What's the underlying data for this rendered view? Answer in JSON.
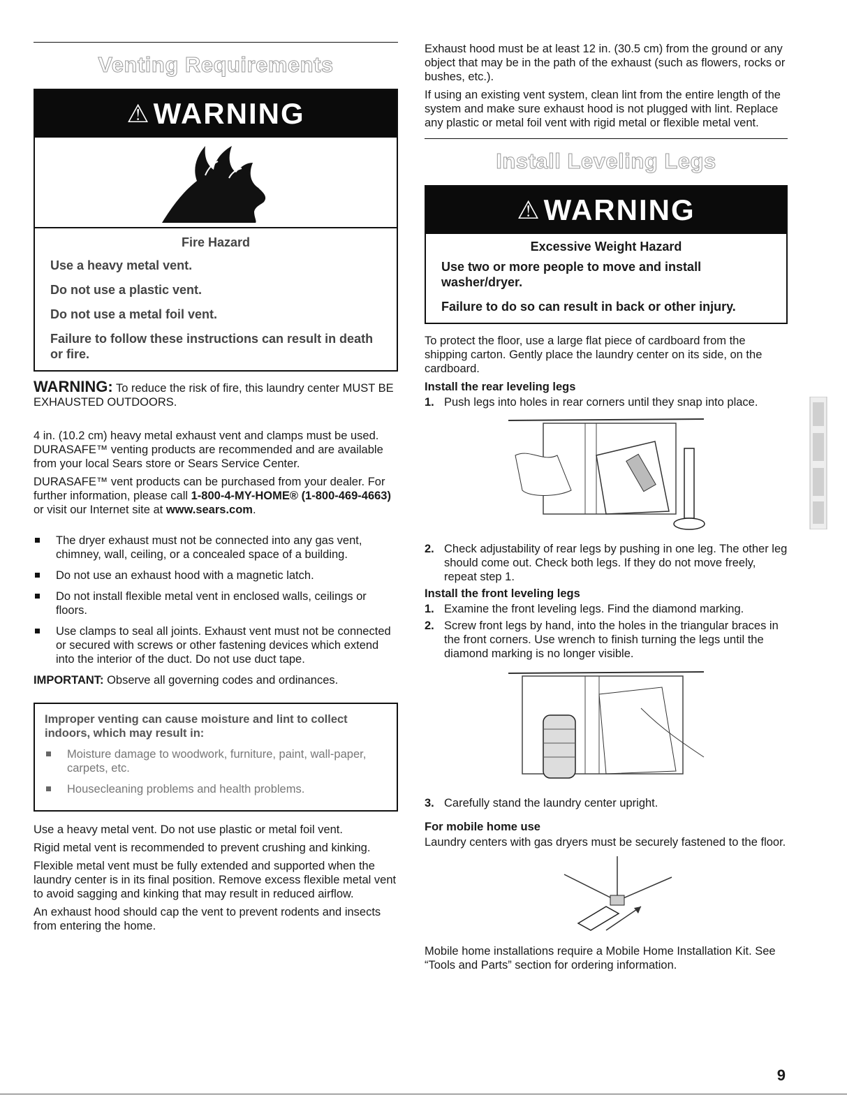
{
  "left": {
    "section_title": "Venting Requirements",
    "warning_header": "WARNING",
    "fire_icon": "fire-hazard-icon",
    "hazard": {
      "title": "Fire Hazard",
      "lines": [
        "Use a heavy metal vent.",
        "Do not use a plastic vent.",
        "Do not use a metal foil vent.",
        "Failure to follow these instructions can result in death or fire."
      ]
    },
    "warning_lead": "WARNING:",
    "warning_text": " To reduce the risk of fire, this laundry center MUST BE EXHAUSTED OUTDOORS.",
    "para1": "4 in. (10.2 cm) heavy metal exhaust vent and clamps must be used. DURASAFE™ venting products are recommended and are available from your local Sears store or Sears Service Center.",
    "para2_a": "DURASAFE™ vent products can be purchased from your dealer. For further information, please call ",
    "para2_phone": "1-800-4-MY-HOME® (1-800-469-4663)",
    "para2_b": " or visit our Internet site at ",
    "para2_url": "www.sears.com",
    "para2_end": ".",
    "bullets": [
      "The dryer exhaust must not be connected into any gas vent, chimney, wall, ceiling, or a concealed space of a building.",
      "Do not use an exhaust hood with a magnetic latch.",
      "Do not install flexible metal vent in enclosed walls, ceilings or floors.",
      "Use clamps to seal all joints. Exhaust vent must not be connected or secured with screws or other fastening devices which extend into the interior of the duct. Do not use duct tape."
    ],
    "important_label": "IMPORTANT:",
    "important_text": " Observe all governing codes and ordinances.",
    "notice": {
      "title": "Improper venting can cause moisture and lint to collect indoors, which may result in:",
      "items": [
        "Moisture damage to woodwork, furniture, paint, wall-paper, carpets, etc.",
        "Housecleaning problems and health problems."
      ]
    },
    "after": [
      "Use a heavy metal vent. Do not use plastic or metal foil vent.",
      "Rigid metal vent is recommended to prevent crushing and kinking.",
      "Flexible metal vent must be fully extended and supported when the laundry center is in its final position. Remove excess flexible metal vent to avoid sagging and kinking that may result in reduced airflow.",
      "An exhaust hood should cap the vent to prevent rodents and insects from entering the home."
    ]
  },
  "right": {
    "intro": [
      "Exhaust hood must be at least 12 in. (30.5 cm) from the ground or any object that may be in the path of the exhaust (such as flowers, rocks or bushes, etc.).",
      "If using an existing vent system, clean lint from the entire length of the system and make sure exhaust hood is not plugged with lint. Replace any plastic or metal foil vent with rigid metal or flexible metal vent."
    ],
    "section_title": "Install Leveling Legs",
    "warning_header": "WARNING",
    "hazard": {
      "title": "Excessive Weight Hazard",
      "lines": [
        "Use two or more people to move and install washer/dryer.",
        "Failure to do so can result in back or other injury."
      ]
    },
    "protect": "To protect the floor, use a large flat piece of cardboard from the shipping carton. Gently place the laundry center on its side, on the cardboard.",
    "rear_head": "Install the rear leveling legs",
    "rear_steps": [
      {
        "n": "1.",
        "text": "Push legs into holes in rear corners until they snap into place."
      },
      {
        "n": "2.",
        "text": "Check adjustability of rear legs by pushing in one leg. The other leg should come out. Check both legs. If they do not move freely, repeat step 1."
      }
    ],
    "front_head": "Install the front leveling legs",
    "front_steps": [
      {
        "n": "1.",
        "text": "Examine the front leveling legs. Find the diamond marking."
      },
      {
        "n": "2.",
        "text": "Screw front legs by hand, into the holes in the triangular braces in the front corners. Use wrench to finish turning the legs until the diamond marking is no longer visible."
      }
    ],
    "step3": {
      "n": "3.",
      "text": "Carefully stand the laundry center upright."
    },
    "mobile_head": "For mobile home use",
    "mobile_text": "Laundry centers with gas dryers must be securely fastened to the floor.",
    "mobile_kit": "Mobile home installations require a Mobile Home Installation Kit. See “Tools and Parts” section for ordering information."
  },
  "page_number": "9"
}
